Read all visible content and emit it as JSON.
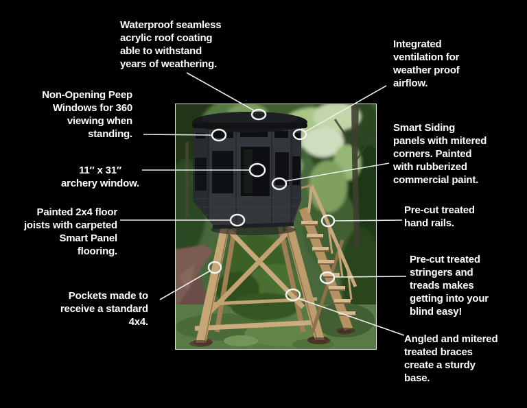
{
  "page": {
    "background": "#000000",
    "text_color": "#fdfdfd",
    "line_color": "#ececec"
  },
  "photo": {
    "description": "Octagonal dark charcoal hunting blind with peep-window band and large windows, mounted on a splayed wooden A-frame stand with cross braces and a wooden staircase with handrail, in a green forest clearing with a dirt path",
    "palette": {
      "foliage_dark": "#203618",
      "foliage_mid": "#47683b",
      "foliage_light": "#a9c687",
      "blind_body": "#33373c",
      "blind_window": "#0c0e12",
      "wood": "#c6a577",
      "grass": "#587a45",
      "path_dirt": "#7a5c53"
    }
  },
  "annotations": [
    {
      "id": "roof-coating",
      "text": "Waterproof seamless\nacrylic roof coating\nable to withstand\nyears of weathering."
    },
    {
      "id": "ventilation",
      "text": "Integrated\nventilation for\nweather proof\nairflow."
    },
    {
      "id": "peep-windows",
      "text": "Non-Opening Peep\nWindows for 360\nviewing when\nstanding."
    },
    {
      "id": "archery-window",
      "text": "11″ x 31″\narchery window."
    },
    {
      "id": "smart-siding",
      "text": "Smart Siding\npanels with mitered\ncorners. Painted\nwith rubberized\ncommercial paint."
    },
    {
      "id": "floor-joists",
      "text": "Painted 2x4 floor\njoists with carpeted\nSmart Panel\nflooring."
    },
    {
      "id": "hand-rails",
      "text": "Pre-cut treated\nhand rails."
    },
    {
      "id": "stringers",
      "text": "Pre-cut treated\nstringers and\ntreads makes\ngetting into your\nblind easy!"
    },
    {
      "id": "pockets",
      "text": "Pockets made to\nreceive a standard\n4x4."
    },
    {
      "id": "braces",
      "text": "Angled and mitered\ntreated braces\ncreate a sturdy\nbase."
    }
  ]
}
